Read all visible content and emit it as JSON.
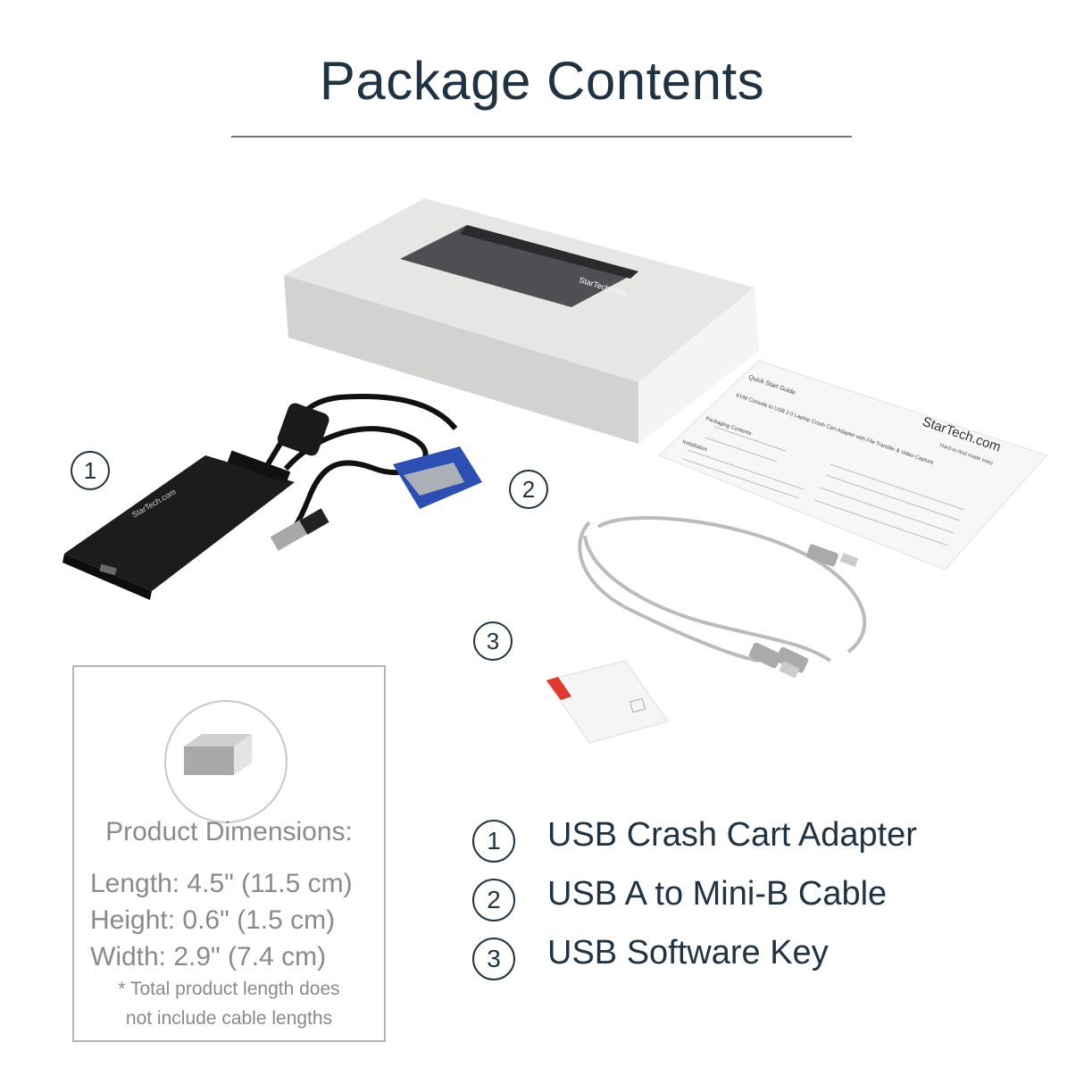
{
  "header": {
    "title": "Package Contents"
  },
  "callouts": {
    "one": "1",
    "two": "2",
    "three": "3"
  },
  "box_label": {
    "brand": "StarTech.com"
  },
  "guide": {
    "title": "Quick Start Guide",
    "heading": "KVM Console to USB 2.0 Laptop Crash Cart Adapter with File Transfer & Video Capture",
    "brand": "StarTech.com",
    "tagline": "Hard-to-find made easy",
    "section1": "Packaging Contents",
    "section2": "Installation"
  },
  "dimensions": {
    "heading": "Product Dimensions:",
    "length": "Length: 4.5\" (11.5 cm)",
    "height": "Height: 0.6\" (1.5 cm)",
    "width": "Width: 2.9\" (7.4 cm)",
    "note_line1": "* Total product length does",
    "note_line2": "not include cable lengths"
  },
  "legend": [
    {
      "num": "1",
      "label": "USB Crash Cart Adapter"
    },
    {
      "num": "2",
      "label": "USB A to Mini-B Cable"
    },
    {
      "num": "3",
      "label": "USB Software Key"
    }
  ],
  "colors": {
    "text": "#1f3344",
    "muted": "#8a8a8a",
    "vga_blue": "#2b4fb5",
    "key_red": "#e0392f"
  }
}
